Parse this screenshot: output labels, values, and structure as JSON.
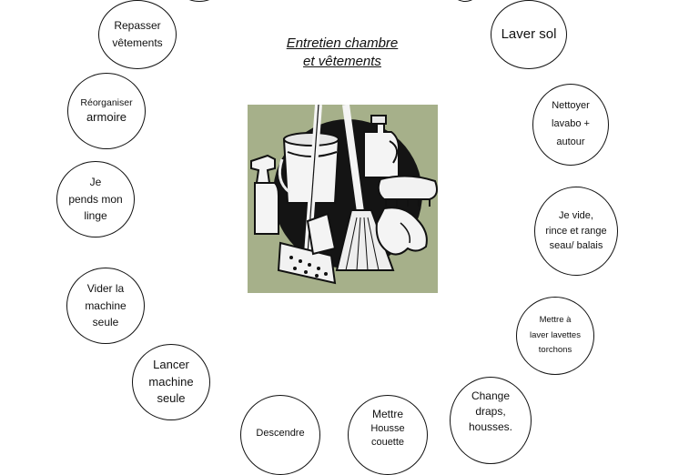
{
  "title": {
    "line1": "Entretien chambre",
    "line2": "et vêtements"
  },
  "tasks": {
    "repasser": {
      "lines": [
        "Repasser",
        "vêtements"
      ]
    },
    "laver_sol": {
      "lines": [
        "Laver sol"
      ]
    },
    "reorganiser": {
      "lines": [
        "Réorganiser",
        "armoire"
      ]
    },
    "nettoyer": {
      "lines": [
        "Nettoyer",
        "lavabo +",
        "autour"
      ]
    },
    "pendre": {
      "lines": [
        "Je",
        "pends mon",
        "linge"
      ]
    },
    "vider_seau": {
      "lines": [
        "Je vide,",
        "rince et range",
        "seau/ balais"
      ]
    },
    "vider_machine": {
      "lines": [
        "Vider la",
        "machine",
        "seule"
      ]
    },
    "lavettes": {
      "lines": [
        "Mettre à",
        "laver lavettes",
        "torchons"
      ]
    },
    "lancer": {
      "lines": [
        "Lancer",
        "machine",
        "seule"
      ]
    },
    "descendre": {
      "lines": [
        "Descendre"
      ]
    },
    "housse": {
      "lines": [
        "Mettre",
        "Housse",
        "couette"
      ]
    },
    "draps": {
      "lines": [
        "Change",
        "draps,",
        "housses."
      ]
    }
  },
  "icons": {
    "clipart": "cleaning-supplies-icon"
  },
  "colors": {
    "clipart_bg": "#a6b08a",
    "ink": "#111111"
  }
}
